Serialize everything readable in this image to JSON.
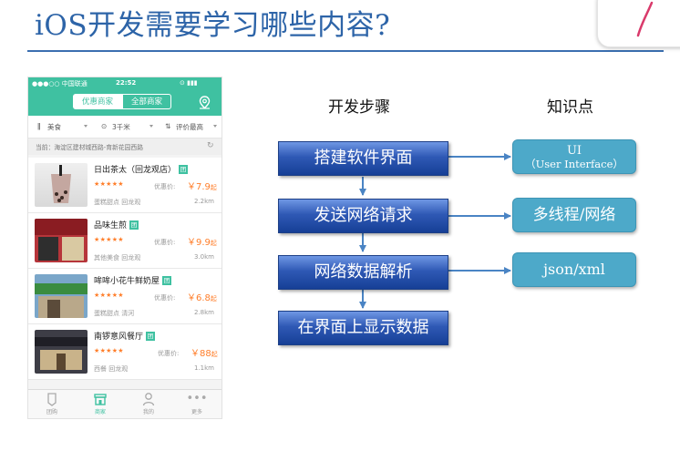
{
  "title": "iOS开发需要学习哪些内容?",
  "phone": {
    "status": {
      "carrier": "●●●○○ 中国联通",
      "time": "22:52"
    },
    "segments": [
      "优惠商家",
      "全部商家"
    ],
    "filters": [
      "美食",
      "3千米",
      "评价最高"
    ],
    "address": "当前：海淀区建材城西路-育新花园西路",
    "restaurants": [
      {
        "name": "日出茶太（回龙观店）",
        "badge": "团",
        "stars": "★★★★★",
        "price_label": "优惠价:",
        "price": "￥7.9",
        "price_unit": "起",
        "category": "蛋糕甜点 回龙观",
        "distance": "2.2km"
      },
      {
        "name": "品味生煎",
        "badge": "团",
        "stars": "★★★★★",
        "price_label": "优惠价:",
        "price": "￥9.9",
        "price_unit": "起",
        "category": "其他美食 回龙观",
        "distance": "3.0km"
      },
      {
        "name": "哞哞小花牛鲜奶屋",
        "badge": "团",
        "stars": "★★★★★",
        "price_label": "优惠价:",
        "price": "￥6.8",
        "price_unit": "起",
        "category": "蛋糕甜点 清河",
        "distance": "2.8km"
      },
      {
        "name": "南锣意风餐厅",
        "badge": "团",
        "stars": "★★★★★",
        "price_label": "优惠价:",
        "price": "￥88",
        "price_unit": "起",
        "category": "西餐 回龙观",
        "distance": "1.1km"
      }
    ],
    "tabs": [
      "团购",
      "商家",
      "我的",
      "更多"
    ]
  },
  "diagram": {
    "headers": {
      "steps": "开发步骤",
      "knowledge": "知识点"
    },
    "steps": [
      "搭建软件界面",
      "发送网络请求",
      "网络数据解析",
      "在界面上显示数据"
    ],
    "knowledge": [
      {
        "line1": "UI",
        "line2": "（User Interface）"
      },
      {
        "line1": "多线程/网络"
      },
      {
        "line1": "json/xml"
      }
    ]
  },
  "colors": {
    "title": "#2d64a8",
    "app_accent": "#3fc1a1",
    "price": "#ff7e2a",
    "step_box": "#2f59b5",
    "knowledge_box": "#4da9c9",
    "arrow": "#4a84c4"
  }
}
